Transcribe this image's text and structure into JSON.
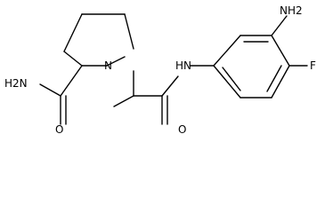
{
  "molecule": {
    "labels": {
      "amide_nh2": "H2N",
      "ring_n": "N",
      "amide_nh": "HN",
      "aryl_nh2": "NH2",
      "fluoro": "F",
      "carbonyl_o_left": "O",
      "carbonyl_o_right": "O"
    }
  }
}
